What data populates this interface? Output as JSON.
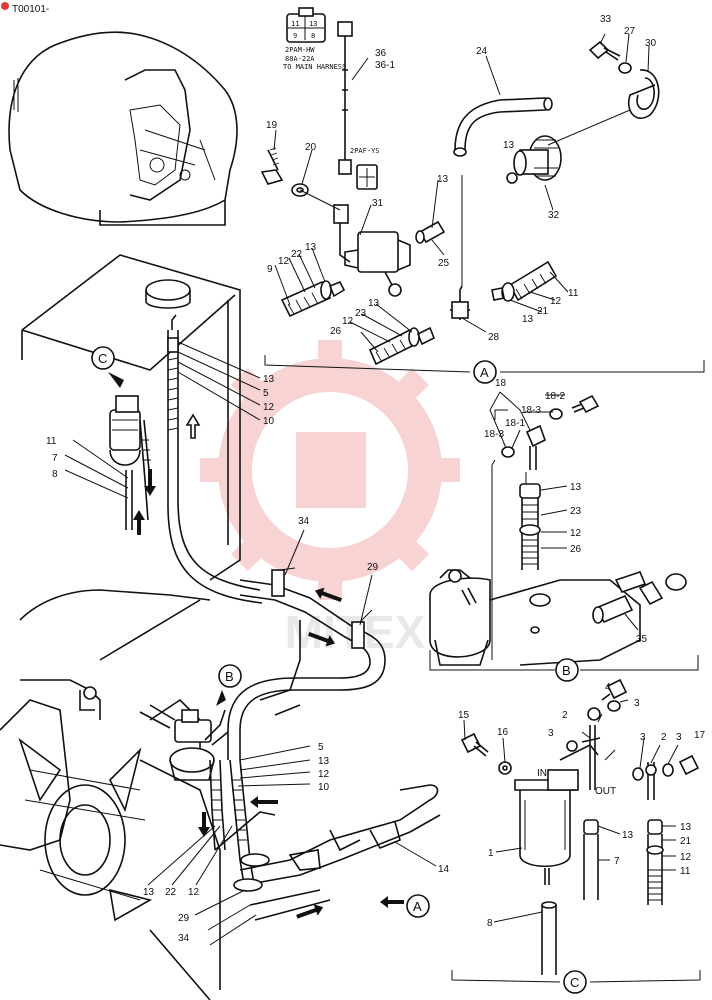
{
  "header": {
    "code": "T00101-"
  },
  "watermark": {
    "text": "MITEX",
    "color": "#e23a3a"
  },
  "connector_annotations": {
    "top_pins": [
      "11",
      "13",
      "9",
      "8"
    ],
    "top_title": "2PAM-HW",
    "top_sub": "88A-22A",
    "top_note": "TO MAIN HARNESS",
    "mid_title": "2PAF-YS"
  },
  "callouts": {
    "section_A": "A",
    "section_B": "B",
    "section_C": "C",
    "in_label": "IN",
    "out_label": "OUT"
  },
  "parts": [
    {
      "num": "33"
    },
    {
      "num": "27"
    },
    {
      "num": "30"
    },
    {
      "num": "36"
    },
    {
      "num": "36-1"
    },
    {
      "num": "24"
    },
    {
      "num": "19"
    },
    {
      "num": "20"
    },
    {
      "num": "13"
    },
    {
      "num": "31"
    },
    {
      "num": "32"
    },
    {
      "num": "25"
    },
    {
      "num": "9"
    },
    {
      "num": "12"
    },
    {
      "num": "22"
    },
    {
      "num": "11"
    },
    {
      "num": "21"
    },
    {
      "num": "28"
    },
    {
      "num": "26"
    },
    {
      "num": "23"
    },
    {
      "num": "5"
    },
    {
      "num": "10"
    },
    {
      "num": "18"
    },
    {
      "num": "18-2"
    },
    {
      "num": "18-3"
    },
    {
      "num": "18-1"
    },
    {
      "num": "7"
    },
    {
      "num": "8"
    },
    {
      "num": "34"
    },
    {
      "num": "29"
    },
    {
      "num": "35"
    },
    {
      "num": "4"
    },
    {
      "num": "3"
    },
    {
      "num": "15"
    },
    {
      "num": "16"
    },
    {
      "num": "2"
    },
    {
      "num": "17"
    },
    {
      "num": "1"
    },
    {
      "num": "14"
    }
  ]
}
